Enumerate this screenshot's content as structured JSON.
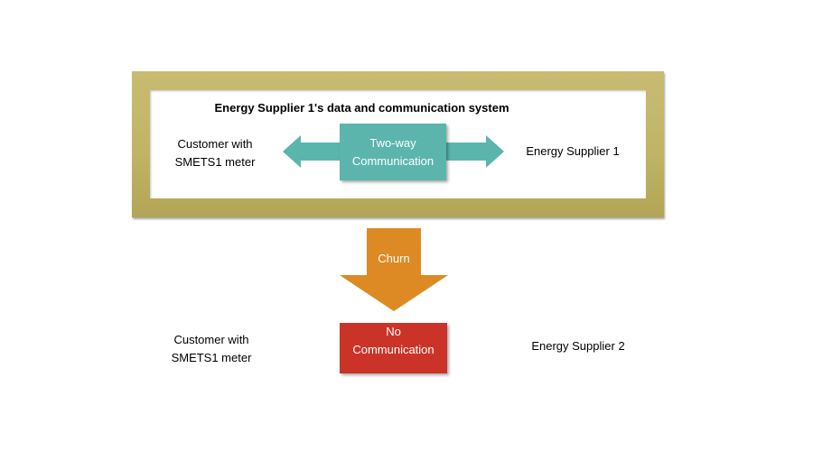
{
  "system_title": "Energy  Supplier 1's data and communication system",
  "top": {
    "customer_line1": "Customer with",
    "customer_line2": "SMETS1 meter",
    "communication_line1": "Two-way",
    "communication_line2": "Communication",
    "supplier": "Energy  Supplier 1"
  },
  "churn_label": "Churn",
  "bottom": {
    "customer_line1": "Customer with",
    "customer_line2": "SMETS1 meter",
    "communication_line1": "No",
    "communication_line2": "Communication",
    "supplier": "Energy Supplier 2"
  },
  "colors": {
    "frame": "#c2b466",
    "two_way_box": "#5bb5ad",
    "churn_arrow": "#dd8a24",
    "no_comm_box": "#cc3328"
  }
}
